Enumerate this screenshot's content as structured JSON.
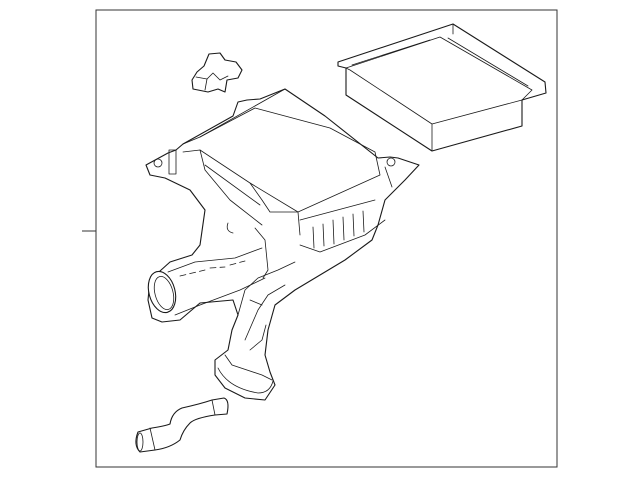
{
  "colors": {
    "background": "#ffffff",
    "line": "#1a1a1a"
  },
  "parts": [
    "air-cleaner-assembly",
    "air-filter-element",
    "mount-insulator",
    "breather-hose"
  ]
}
